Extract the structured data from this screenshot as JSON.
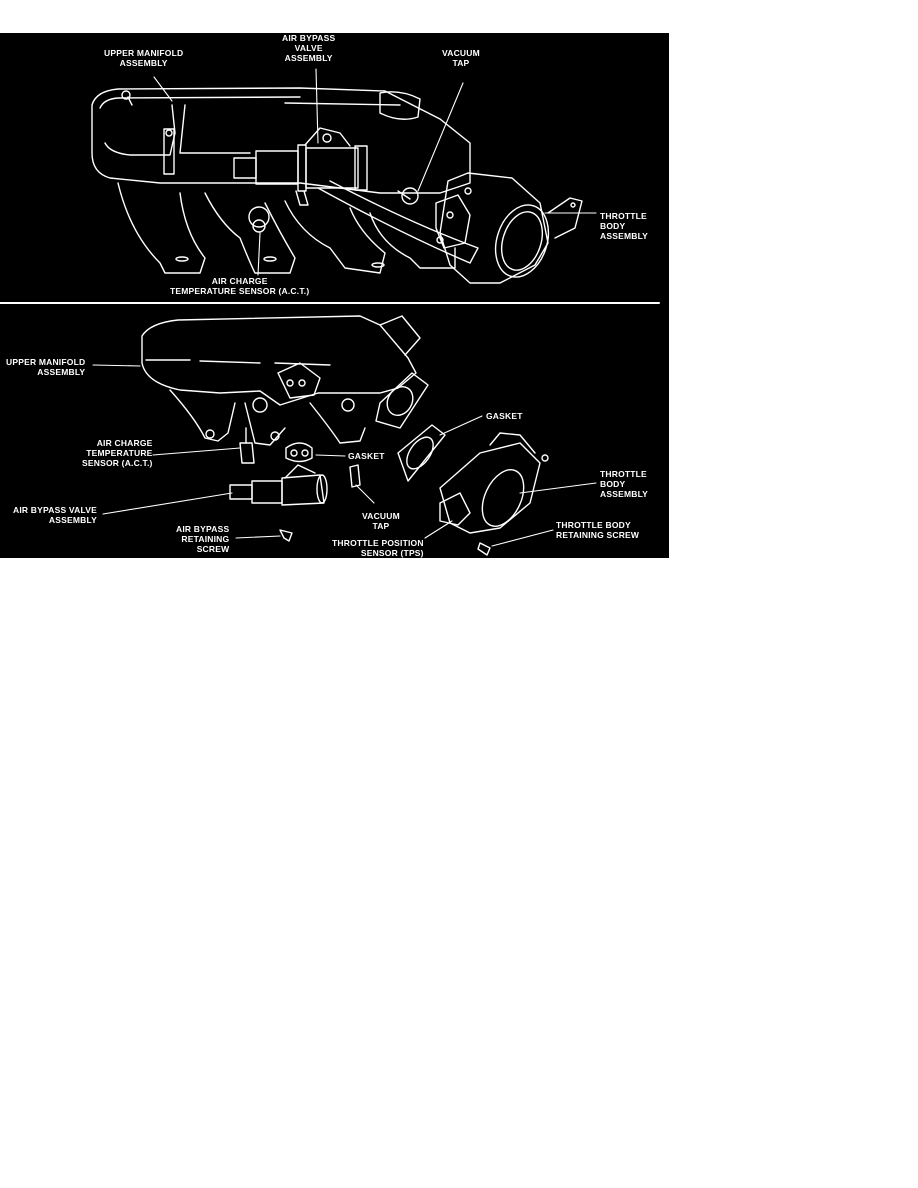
{
  "figure": {
    "background": "#000000",
    "line_color": "#ffffff",
    "top_view": {
      "labels": {
        "upper_manifold": "UPPER MANIFOLD\nASSEMBLY",
        "air_bypass_valve": "AIR BYPASS\nVALVE\nASSEMBLY",
        "vacuum_tap": "VACUUM\nTAP",
        "throttle_body": "THROTTLE\nBODY\nASSEMBLY",
        "act_sensor": "AIR CHARGE\nTEMPERATURE SENSOR (A.C.T.)"
      }
    },
    "bottom_view": {
      "labels": {
        "upper_manifold": "UPPER MANIFOLD\nASSEMBLY",
        "gasket_throttle": "GASKET",
        "act_sensor": "AIR CHARGE\nTEMPERATURE\nSENSOR (A.C.T.)",
        "gasket_bypass": "GASKET",
        "throttle_body": "THROTTLE\nBODY\nASSEMBLY",
        "air_bypass_valve": "AIR BYPASS VALVE\nASSEMBLY",
        "vacuum_tap": "VACUUM\nTAP",
        "throttle_body_screw": "THROTTLE BODY\nRETAINING SCREW",
        "air_bypass_screw": "AIR BYPASS\nRETAINING\nSCREW",
        "tps": "THROTTLE POSITION\nSENSOR (TPS)"
      }
    }
  }
}
